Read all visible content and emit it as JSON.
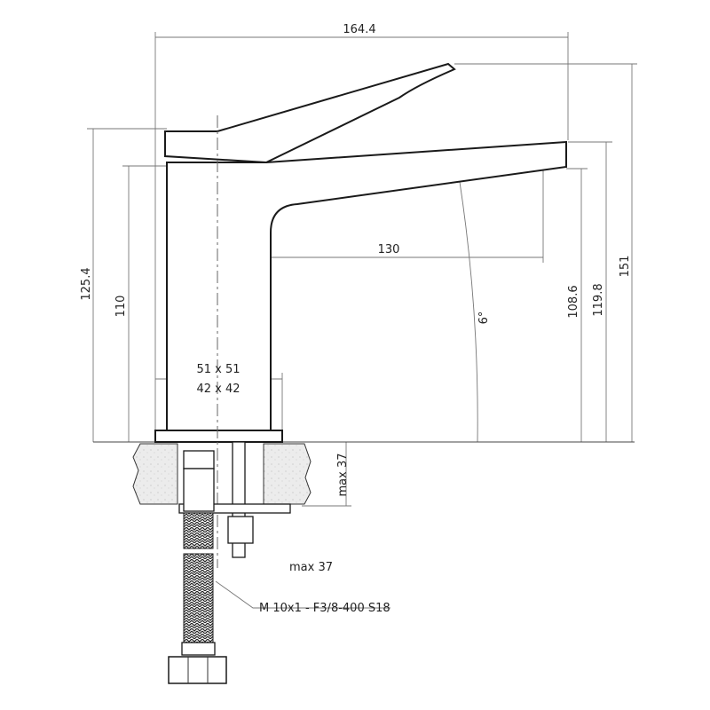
{
  "title": "Basin faucet dimension drawing",
  "dimensions": {
    "overall_width": "164.4",
    "spout_reach": "130",
    "height_handle": "125.4",
    "height_body": "110",
    "base_outer": "51 x 51",
    "base_inner": "42 x 42",
    "spout_outlet_height": "108.6",
    "spout_top_height": "119.8",
    "overall_height": "151",
    "spray_angle": "6°",
    "max_thickness_vertical": "max 37",
    "max_thickness": "max 37"
  },
  "hose_spec": "M 10x1 - F3/8-400 S18",
  "colors": {
    "line": "#1a1a1a",
    "dimension": "#777777",
    "stone": "#e6e6e6"
  }
}
